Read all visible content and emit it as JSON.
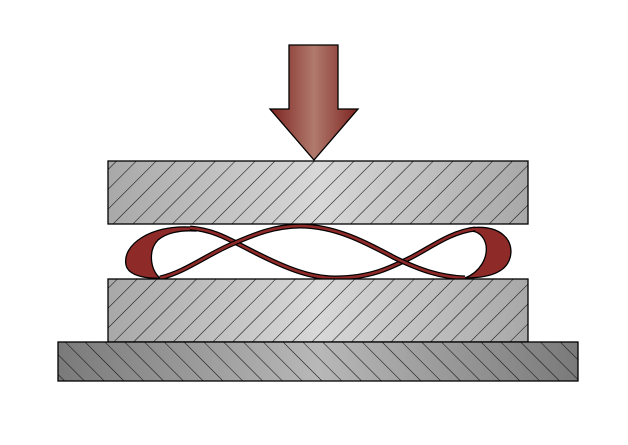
{
  "diagram": {
    "elements": [
      "force-arrow",
      "upper-plate",
      "spring-band",
      "lower-plate",
      "base-plate"
    ],
    "colors": {
      "arrow": "#8b2a26",
      "arrow_highlight": "#b07a6c",
      "spring": "#8e2a28",
      "plate_light": "#d4d4d4",
      "plate_dark": "#9a9a9a",
      "base_light": "#b0b0b0",
      "base_dark": "#777777",
      "outline": "#000000"
    }
  }
}
